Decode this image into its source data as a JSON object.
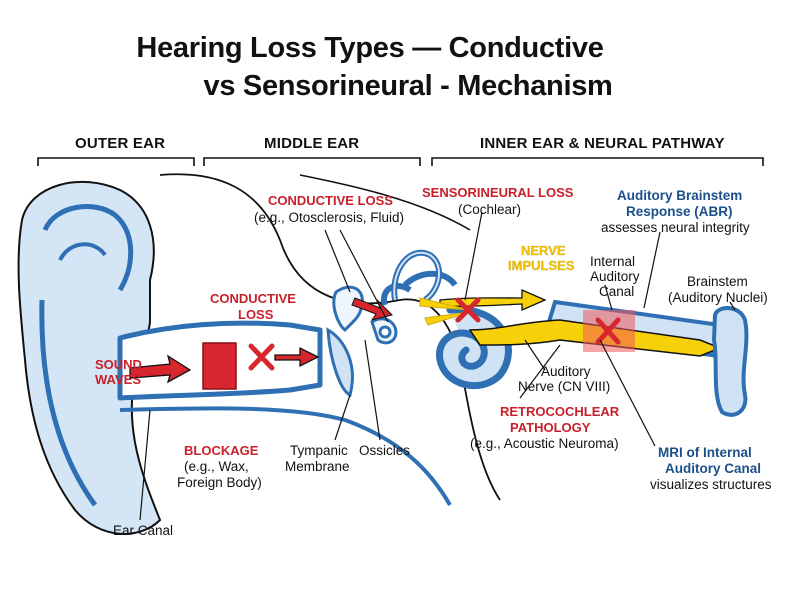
{
  "title": {
    "line1": "Hearing Loss Types — Conductive",
    "line2": "vs Sensorineural - Mechanism"
  },
  "sections": {
    "outer": "OUTER EAR",
    "middle": "MIDDLE EAR",
    "inner": "INNER EAR & NEURAL PATHWAY"
  },
  "labels": {
    "sound_waves": [
      "SOUND",
      "WAVES"
    ],
    "conductive_loss_mid": [
      "CONDUCTIVE",
      "LOSS"
    ],
    "conductive_loss_top": "CONDUCTIVE LOSS",
    "conductive_loss_examples": "(e.g., Otosclerosis, Fluid)",
    "sensorineural_loss": "SENSORINEURAL LOSS",
    "sensorineural_site": "(Cochlear)",
    "nerve_impulses": [
      "NERVE",
      "IMPULSES"
    ],
    "abr_title": [
      "Auditory Brainstem",
      "Response (ABR)"
    ],
    "abr_desc": "assesses neural integrity",
    "internal_canal": [
      "Internal",
      "Auditory",
      "Canal"
    ],
    "brainstem": [
      "Brainstem",
      "(Auditory Nuclei)"
    ],
    "auditory_nerve": [
      "Auditory",
      "Nerve (CN VIII)"
    ],
    "retrocochlear": [
      "RETROCOCHLEAR",
      "PATHOLOGY"
    ],
    "retrocochlear_example": "(e.g., Acoustic Neuroma)",
    "mri_title": [
      "MRI of Internal",
      "Auditory Canal"
    ],
    "mri_desc": "visualizes structures",
    "blockage": "BLOCKAGE",
    "blockage_examples": [
      "(e.g., Wax,",
      "Foreign Body)"
    ],
    "tympanic": [
      "Tympanic",
      "Membrane"
    ],
    "ossicles": "Ossicles",
    "ear_canal": "Ear Canal"
  },
  "colors": {
    "structure_blue": "#2f6fb3",
    "structure_fill": "#cfe3f5",
    "loss_red": "#d7262e",
    "nerve_yellow": "#f6d10a",
    "label_blue": "#1c4f8a"
  }
}
